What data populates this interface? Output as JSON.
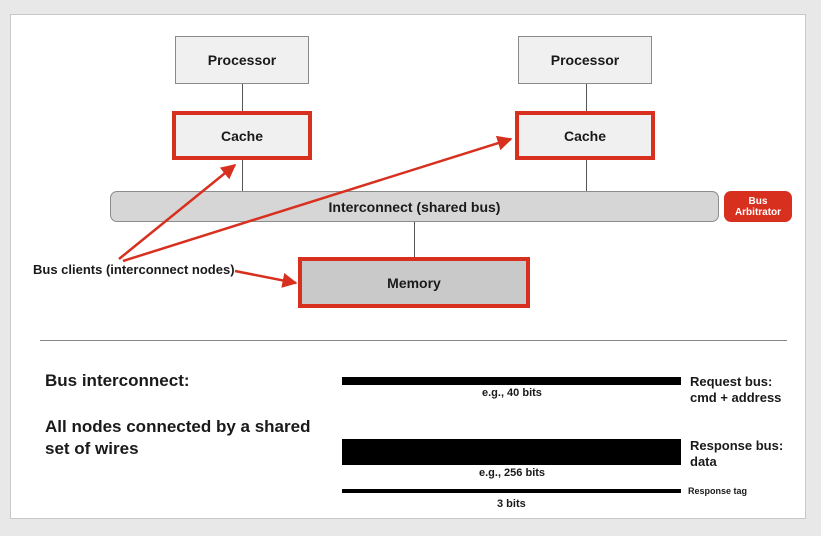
{
  "diagram": {
    "processor_left": "Processor",
    "processor_right": "Processor",
    "cache_left": "Cache",
    "cache_right": "Cache",
    "interconnect": "Interconnect (shared bus)",
    "memory": "Memory",
    "arbiter_line1": "Bus",
    "arbiter_line2": "Arbitrator",
    "clients_label": "Bus clients (interconnect nodes)",
    "highlight_color": "#d8301f"
  },
  "bottom": {
    "heading": "Bus interconnect:",
    "description_line1": "All nodes connected by a shared",
    "description_line2": "set of wires",
    "request_bus": {
      "width_label": "e.g., 40 bits",
      "name_line1": "Request bus:",
      "name_line2": "cmd + address"
    },
    "response_bus": {
      "width_label": "e.g., 256 bits",
      "name_line1": "Response bus:",
      "name_line2": "data"
    },
    "response_tag": {
      "width_label": "3 bits",
      "name": "Response tag"
    }
  }
}
